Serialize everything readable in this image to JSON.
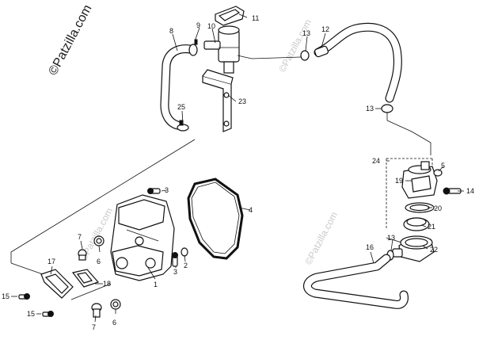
{
  "watermarks": {
    "main": "©Patzilla.com",
    "faint": [
      "©Patzilla.com",
      "©Patzilla.com",
      "©Patzilla.com"
    ]
  },
  "callouts": {
    "c1": "1",
    "c2": "2",
    "c3a": "3",
    "c3b": "3",
    "c4": "4",
    "c5": "5",
    "c6a": "6",
    "c6b": "6",
    "c7a": "7",
    "c7b": "7",
    "c8": "8",
    "c9": "9",
    "c10": "10",
    "c11": "11",
    "c12": "12",
    "c13a": "13",
    "c13b": "13",
    "c13c": "13",
    "c14": "14",
    "c15a": "15",
    "c15b": "15",
    "c16": "16",
    "c17": "17",
    "c18": "18",
    "c19": "19",
    "c20": "20",
    "c21": "21",
    "c22": "22",
    "c23": "23",
    "c24": "24",
    "c25": "25"
  }
}
